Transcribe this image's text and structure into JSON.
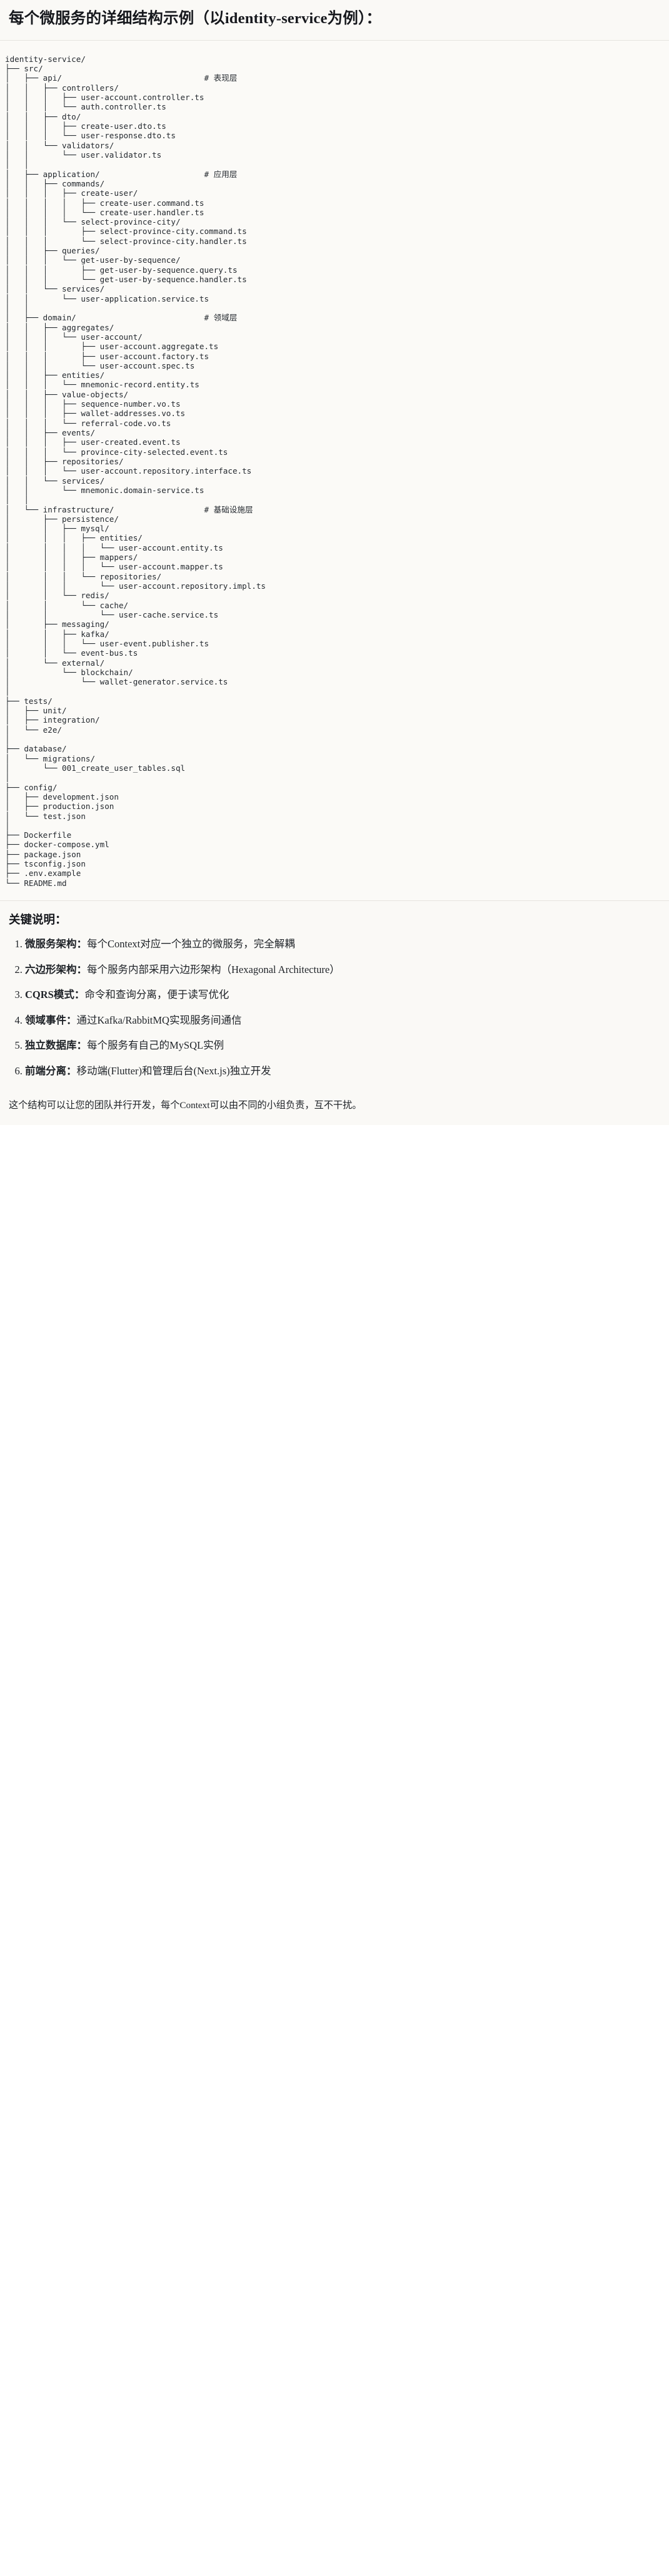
{
  "document": {
    "title": "每个微服务的详细结构示例（以identity-service为例）："
  },
  "tree": {
    "root_label": "identity-service/",
    "text": "identity-service/\n├── src/\n│   ├── api/                              # 表现层\n│   │   ├── controllers/\n│   │   │   ├── user-account.controller.ts\n│   │   │   └── auth.controller.ts\n│   │   ├── dto/\n│   │   │   ├── create-user.dto.ts\n│   │   │   └── user-response.dto.ts\n│   │   └── validators/\n│   │       └── user.validator.ts\n│   │\n│   ├── application/                      # 应用层\n│   │   ├── commands/\n│   │   │   ├── create-user/\n│   │   │   │   ├── create-user.command.ts\n│   │   │   │   └── create-user.handler.ts\n│   │   │   └── select-province-city/\n│   │   │       ├── select-province-city.command.ts\n│   │   │       └── select-province-city.handler.ts\n│   │   ├── queries/\n│   │   │   └── get-user-by-sequence/\n│   │   │       ├── get-user-by-sequence.query.ts\n│   │   │       └── get-user-by-sequence.handler.ts\n│   │   └── services/\n│   │       └── user-application.service.ts\n│   │\n│   ├── domain/                           # 领域层\n│   │   ├── aggregates/\n│   │   │   └── user-account/\n│   │   │       ├── user-account.aggregate.ts\n│   │   │       ├── user-account.factory.ts\n│   │   │       └── user-account.spec.ts\n│   │   ├── entities/\n│   │   │   └── mnemonic-record.entity.ts\n│   │   ├── value-objects/\n│   │   │   ├── sequence-number.vo.ts\n│   │   │   ├── wallet-addresses.vo.ts\n│   │   │   └── referral-code.vo.ts\n│   │   ├── events/\n│   │   │   ├── user-created.event.ts\n│   │   │   └── province-city-selected.event.ts\n│   │   ├── repositories/\n│   │   │   └── user-account.repository.interface.ts\n│   │   └── services/\n│   │       └── mnemonic.domain-service.ts\n│   │\n│   └── infrastructure/                   # 基础设施层\n│       ├── persistence/\n│       │   ├── mysql/\n│       │   │   ├── entities/\n│       │   │   │   └── user-account.entity.ts\n│       │   │   ├── mappers/\n│       │   │   │   └── user-account.mapper.ts\n│       │   │   └── repositories/\n│       │   │       └── user-account.repository.impl.ts\n│       │   └── redis/\n│       │       └── cache/\n│       │           └── user-cache.service.ts\n│       ├── messaging/\n│       │   ├── kafka/\n│       │   │   └── user-event.publisher.ts\n│       │   └── event-bus.ts\n│       └── external/\n│           └── blockchain/\n│               └── wallet-generator.service.ts\n│\n├── tests/\n│   ├── unit/\n│   ├── integration/\n│   └── e2e/\n│\n├── database/\n│   └── migrations/\n│       └── 001_create_user_tables.sql\n│\n├── config/\n│   ├── development.json\n│   ├── production.json\n│   └── test.json\n│\n├── Dockerfile\n├── docker-compose.yml\n├── package.json\n├── tsconfig.json\n├── .env.example\n└── README.md"
  },
  "notes": {
    "heading": "关键说明：",
    "items": [
      {
        "term": "微服务架构",
        "separator": "：",
        "desc": "每个Context对应一个独立的微服务，完全解耦"
      },
      {
        "term": "六边形架构",
        "separator": "：",
        "desc": "每个服务内部采用六边形架构（Hexagonal Architecture）"
      },
      {
        "term": "CQRS模式",
        "separator": "：",
        "desc": "命令和查询分离，便于读写优化"
      },
      {
        "term": "领域事件",
        "separator": "：",
        "desc": "通过Kafka/RabbitMQ实现服务间通信"
      },
      {
        "term": "独立数据库",
        "separator": "：",
        "desc": "每个服务有自己的MySQL实例"
      },
      {
        "term": "前端分离",
        "separator": "：",
        "desc": "移动端(Flutter)和管理后台(Next.js)独立开发"
      }
    ],
    "closing": "这个结构可以让您的团队并行开发，每个Context可以由不同的小组负责，互不干扰。"
  }
}
